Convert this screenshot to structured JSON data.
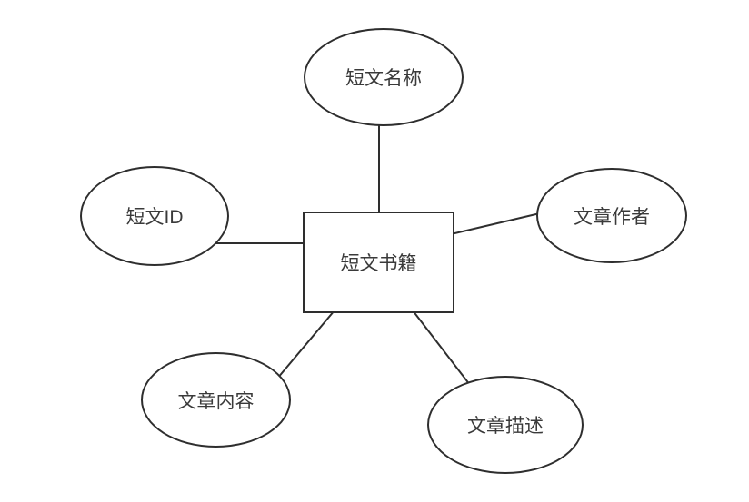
{
  "diagram": {
    "type": "er-diagram",
    "entity": {
      "label": "短文书籍",
      "shape": "rectangle"
    },
    "attributes": [
      {
        "label": "短文名称",
        "shape": "ellipse",
        "position": "top"
      },
      {
        "label": "短文ID",
        "shape": "ellipse",
        "position": "left"
      },
      {
        "label": "文章作者",
        "shape": "ellipse",
        "position": "right"
      },
      {
        "label": "文章内容",
        "shape": "ellipse",
        "position": "bottom-left"
      },
      {
        "label": "文章描述",
        "shape": "ellipse",
        "position": "bottom-right"
      }
    ],
    "connections": [
      {
        "from": "短文书籍",
        "to": "短文名称"
      },
      {
        "from": "短文书籍",
        "to": "短文ID"
      },
      {
        "from": "短文书籍",
        "to": "文章作者"
      },
      {
        "from": "短文书籍",
        "to": "文章内容"
      },
      {
        "from": "短文书籍",
        "to": "文章描述"
      }
    ],
    "colors": {
      "stroke": "#2e2e2e",
      "text": "#3a3a3a",
      "shape_fill": "#ffffff",
      "background": "#ffffff"
    }
  }
}
